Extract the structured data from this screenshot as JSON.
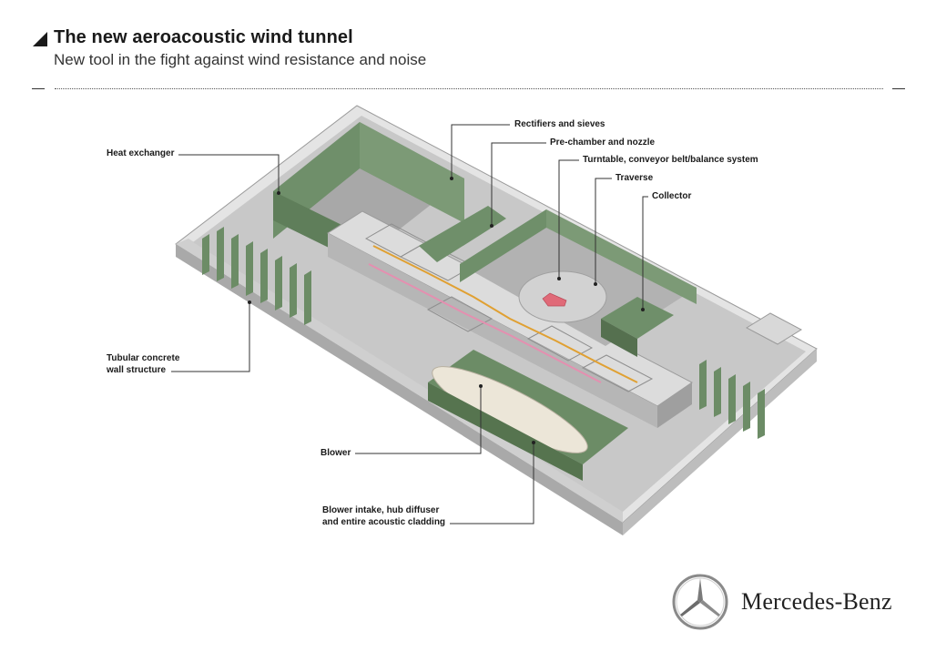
{
  "header": {
    "title": "The new aeroacoustic wind tunnel",
    "subtitle": "New tool in the fight against wind resistance and noise"
  },
  "labels": {
    "heat_exchanger": "Heat exchanger",
    "rectifiers": "Rectifiers and sieves",
    "prechamber": "Pre-chamber and nozzle",
    "turntable": "Turntable, conveyor belt/balance system",
    "traverse": "Traverse",
    "collector": "Collector",
    "tubular_line1": "Tubular concrete",
    "tubular_line2": "wall structure",
    "blower": "Blower",
    "blower_intake_line1": "Blower intake, hub diffuser",
    "blower_intake_line2": "and entire acoustic cladding"
  },
  "brand": {
    "name": "Mercedes-Benz"
  },
  "colors": {
    "wall": "#d6d6d6",
    "wall_dark": "#b9b9b9",
    "acoustic_green": "#6f8f6a",
    "floor": "#c9c9c9",
    "pipe_orange": "#e0a032",
    "pipe_pink": "#e58fb0",
    "car": "#e06a78"
  }
}
